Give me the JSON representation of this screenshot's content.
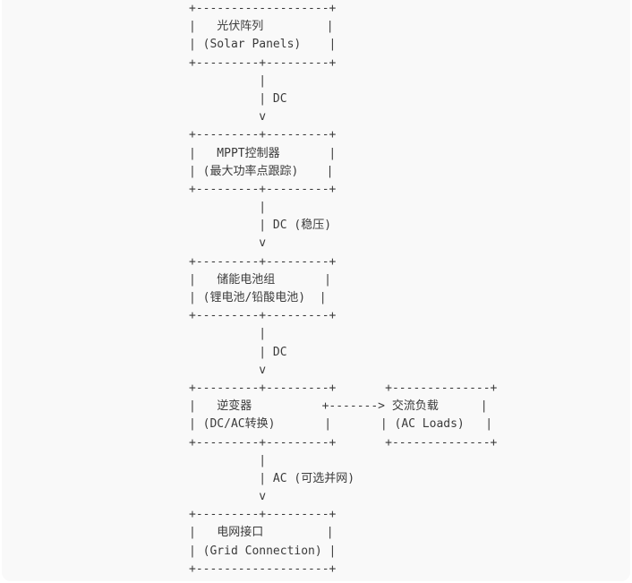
{
  "diagram_lines": [
    "+-------------------+",
    "|   光伏阵列         |",
    "| (Solar Panels)    |",
    "+---------+---------+",
    "          |",
    "          | DC",
    "          v",
    "+---------+---------+",
    "|   MPPT控制器       |",
    "| (最大功率点跟踪)    |",
    "+---------+---------+",
    "          |",
    "          | DC (稳压)",
    "          v",
    "+---------+---------+",
    "|   储能电池组       |",
    "| (锂电池/铅酸电池)  |",
    "+---------+---------+",
    "          |",
    "          | DC",
    "          v",
    "+---------+---------+       +--------------+",
    "|   逆变器          +-------> 交流负载      |",
    "| (DC/AC转换)       |       | (AC Loads)   |",
    "+---------+---------+       +--------------+",
    "          |",
    "          | AC (可选并网)",
    "          v",
    "+---------+---------+",
    "|   电网接口         |",
    "| (Grid Connection) |",
    "+-------------------+"
  ]
}
